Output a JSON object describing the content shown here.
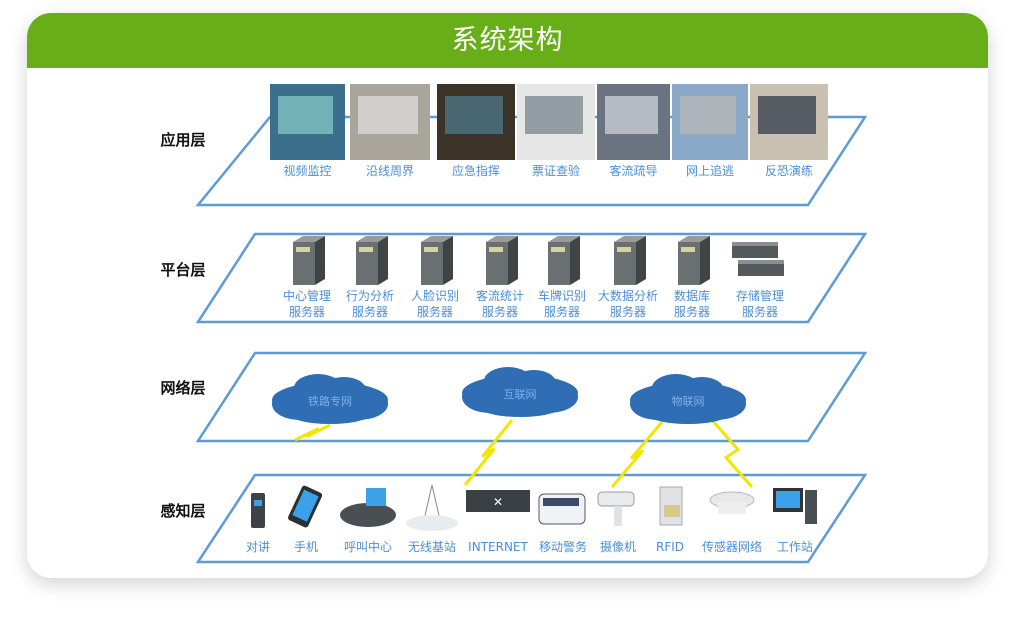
{
  "title": "系统架构",
  "layers": [
    "应用层",
    "平台层",
    "网络层",
    "感知层"
  ],
  "application": [
    "视频监控",
    "沿线周界",
    "应急指挥",
    "票证查验",
    "客流疏导",
    "网上追逃",
    "反恐演练"
  ],
  "platform": [
    [
      "中心管理",
      "服务器"
    ],
    [
      "行为分析",
      "服务器"
    ],
    [
      "人脸识别",
      "服务器"
    ],
    [
      "客流统计",
      "服务器"
    ],
    [
      "车牌识别",
      "服务器"
    ],
    [
      "大数据分析",
      "服务器"
    ],
    [
      "数据库",
      "服务器"
    ],
    [
      "存储管理",
      "服务器"
    ]
  ],
  "network": [
    "铁路专网",
    "互联网",
    "物联网"
  ],
  "sensing": [
    "对讲",
    "手机",
    "呼叫中心",
    "无线基站",
    "INTERNET",
    "移动警务",
    "摄像机",
    "RFID",
    "传感器网络",
    "工作站"
  ],
  "colors": {
    "header": "#68ae19",
    "frame": "#5b9bd8",
    "cloud": "#2f6db5",
    "bolt": "#f2e600"
  }
}
